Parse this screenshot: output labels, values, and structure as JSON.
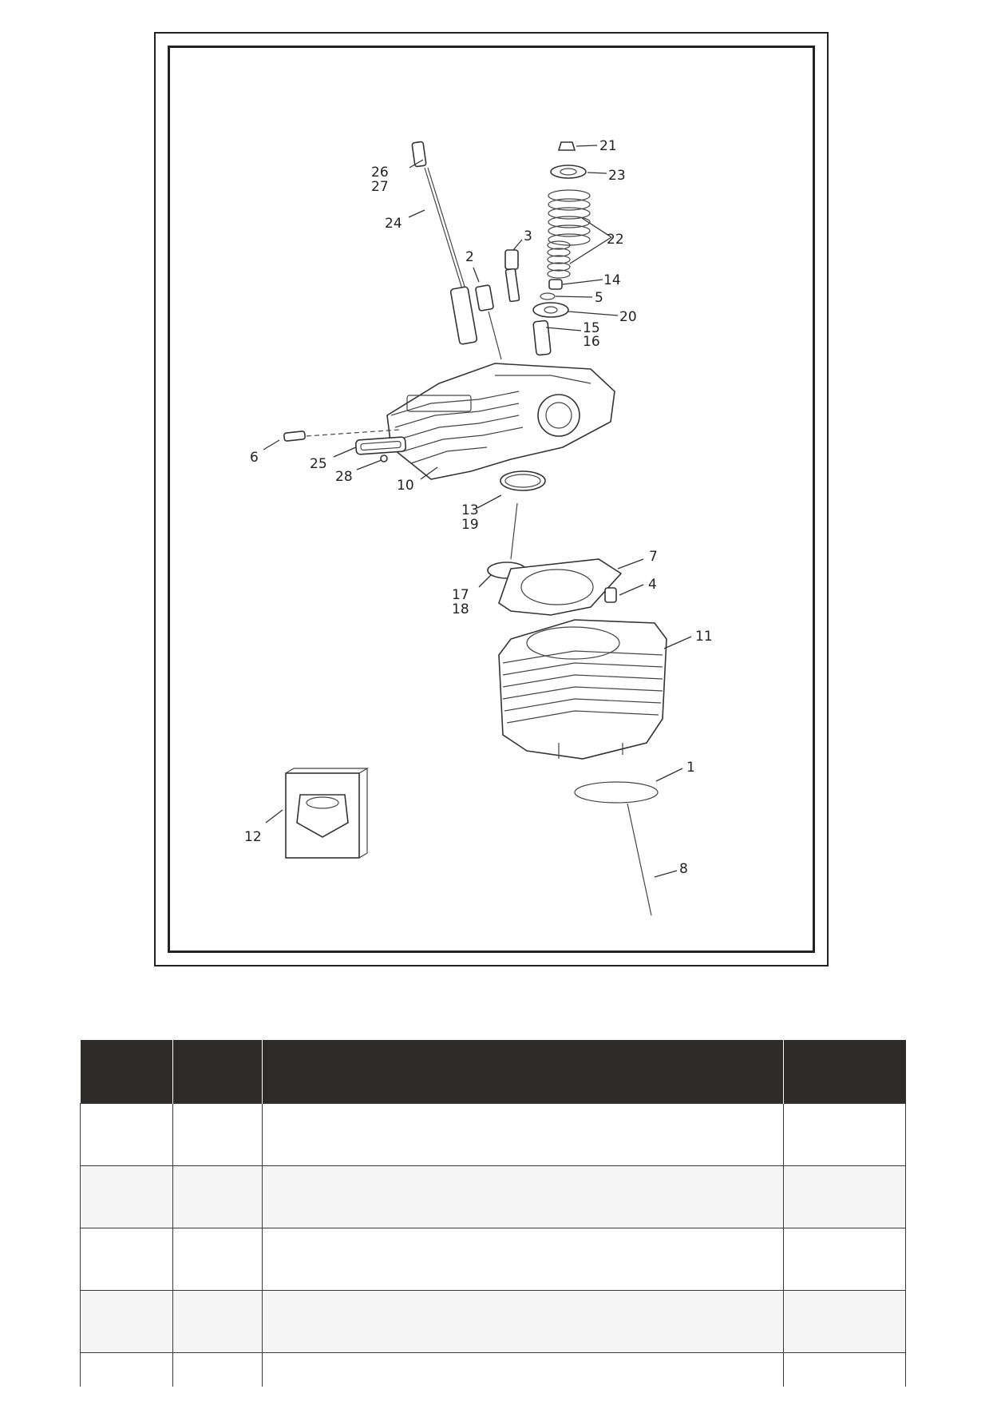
{
  "diagram": {
    "callouts": [
      {
        "id": "c1",
        "text": "1"
      },
      {
        "id": "c2",
        "text": "2"
      },
      {
        "id": "c3",
        "text": "3"
      },
      {
        "id": "c4",
        "text": "4"
      },
      {
        "id": "c5",
        "text": "5"
      },
      {
        "id": "c6",
        "text": "6"
      },
      {
        "id": "c7",
        "text": "7"
      },
      {
        "id": "c8",
        "text": "8"
      },
      {
        "id": "c10",
        "text": "10"
      },
      {
        "id": "c11",
        "text": "11"
      },
      {
        "id": "c12",
        "text": "12"
      },
      {
        "id": "c13",
        "text": "13"
      },
      {
        "id": "c14",
        "text": "14"
      },
      {
        "id": "c15",
        "text": "15"
      },
      {
        "id": "c16",
        "text": "16"
      },
      {
        "id": "c17",
        "text": "17"
      },
      {
        "id": "c18",
        "text": "18"
      },
      {
        "id": "c19",
        "text": "19"
      },
      {
        "id": "c20",
        "text": "20"
      },
      {
        "id": "c21",
        "text": "21"
      },
      {
        "id": "c22",
        "text": "22"
      },
      {
        "id": "c23",
        "text": "23"
      },
      {
        "id": "c24",
        "text": "24"
      },
      {
        "id": "c25",
        "text": "25"
      },
      {
        "id": "c26",
        "text": "26"
      },
      {
        "id": "c27",
        "text": "27"
      },
      {
        "id": "c28",
        "text": "28"
      }
    ]
  },
  "table": {
    "columns": [
      "",
      "",
      "",
      ""
    ],
    "rows": [
      [
        "",
        "",
        "",
        ""
      ],
      [
        "",
        "",
        "",
        ""
      ],
      [
        "",
        "",
        "",
        ""
      ],
      [
        "",
        "",
        "",
        ""
      ],
      [
        "",
        "",
        "",
        ""
      ]
    ]
  },
  "colors": {
    "header": "#2e2c2a",
    "line": "#222222",
    "row_alt": "#f5f5f5"
  }
}
